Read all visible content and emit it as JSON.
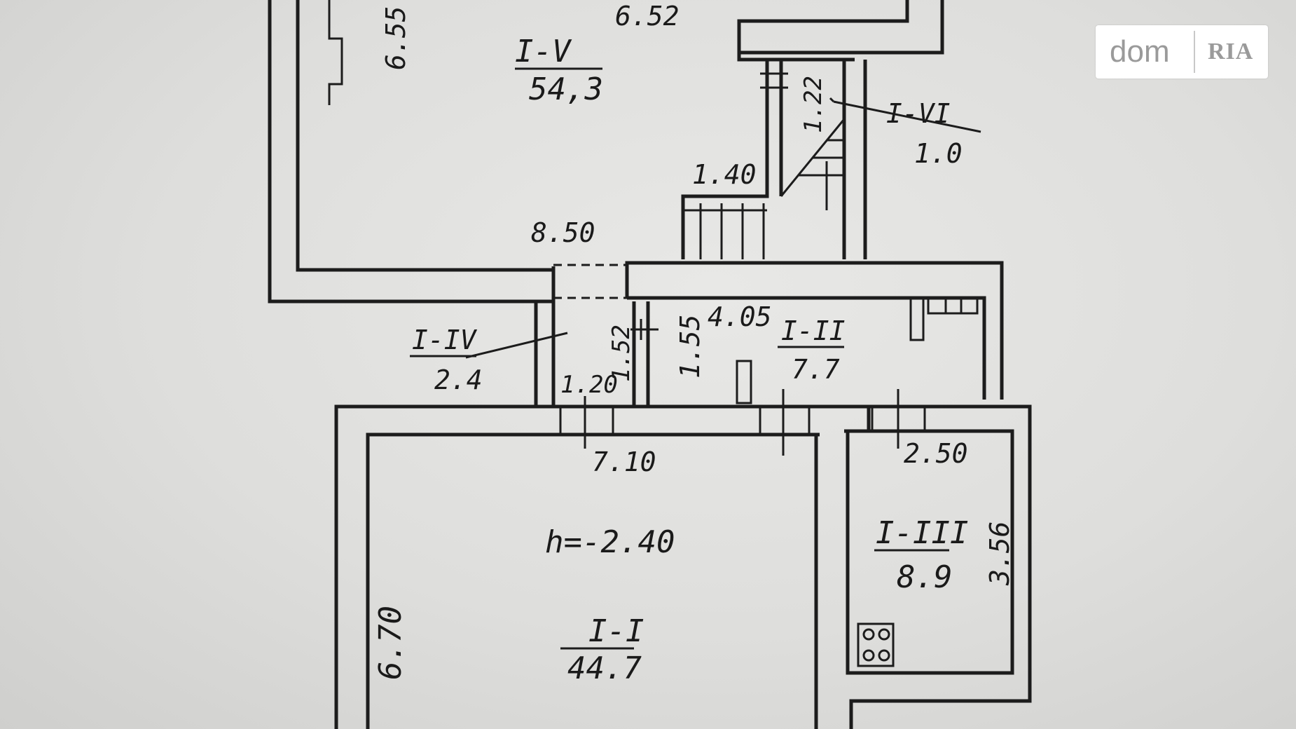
{
  "plan": {
    "rooms": [
      {
        "code": "I-V",
        "area": "54,3"
      },
      {
        "code": "I-VI",
        "area": "1.0"
      },
      {
        "code": "I-IV",
        "area": "2.4"
      },
      {
        "code": "I-II",
        "area": "7.7"
      },
      {
        "code": "I-III",
        "area": "8.9"
      },
      {
        "code": "I-I",
        "area": "44.7"
      }
    ],
    "dimensions": {
      "d_655": "6.55",
      "d_652": "6.52",
      "d_122": "1.22",
      "d_140": "1.40",
      "d_850": "8.50",
      "d_152": "1.52",
      "d_155": "1.55",
      "d_405": "4.05",
      "d_120": "1.20",
      "d_710": "7.10",
      "d_250": "2.50",
      "d_356": "3.56",
      "d_670": "6.70"
    },
    "height_note": "h=-2.40"
  },
  "watermark": {
    "left": "dom",
    "right": "RIA"
  }
}
